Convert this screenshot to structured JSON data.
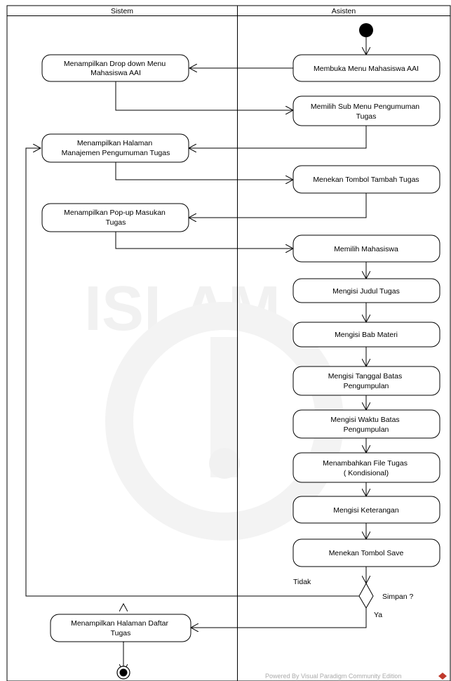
{
  "lanes": {
    "left": "Sistem",
    "right": "Asisten"
  },
  "nodes": {
    "dropdown": [
      "Menampilkan Drop down Menu",
      "Mahasiswa AAI"
    ],
    "open_menu": [
      "Membuka Menu Mahasiswa AAI"
    ],
    "choose_sub": [
      "Memilih Sub Menu Pengumuman",
      "Tugas"
    ],
    "show_manage": [
      "Menampilkan Halaman",
      "Manajemen Pengumuman Tugas"
    ],
    "press_add": [
      "Menekan Tombol Tambah Tugas"
    ],
    "show_popup": [
      "Menampilkan Pop-up Masukan",
      "Tugas"
    ],
    "choose_student": [
      "Memilih Mahasiswa"
    ],
    "fill_title": [
      "Mengisi Judul Tugas"
    ],
    "fill_chapter": [
      "Mengisi Bab Materi"
    ],
    "fill_date": [
      "Mengisi Tanggal Batas",
      "Pengumpulan"
    ],
    "fill_time": [
      "Mengisi Waktu Batas",
      "Pengumpulan"
    ],
    "add_file": [
      "Menambahkan File Tugas",
      "( Kondisional)"
    ],
    "fill_note": [
      "Mengisi Keterangan"
    ],
    "press_save": [
      "Menekan Tombol Save"
    ],
    "show_list": [
      "Menampilkan Halaman Daftar",
      "Tugas"
    ]
  },
  "decision": {
    "question": "Simpan ?",
    "no_label": "Tidak",
    "yes_label": "Ya"
  },
  "watermark": {
    "powered_by": "Powered By  Visual Paradigm Community Edition"
  }
}
